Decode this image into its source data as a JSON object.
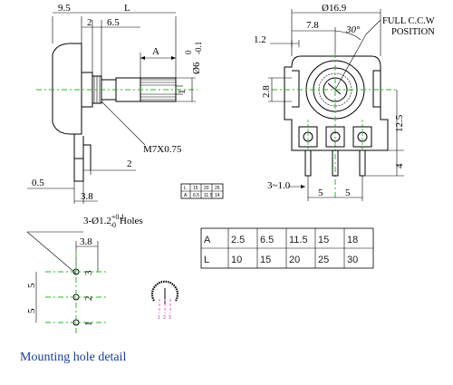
{
  "side_view": {
    "dim_width": "9.5",
    "dim_length": "L",
    "dim_2_top": "2",
    "dim_6_5": "6.5",
    "dim_A": "A",
    "dim_shaft_dia": "Ø6",
    "dim_shaft_tol_upper": "0",
    "dim_shaft_tol_lower": "-0.1",
    "dim_1": "1",
    "thread_label": "M7X0.75",
    "dim_2_bottom": "2",
    "dim_0_5": "0.5",
    "dim_3_8": "3.8"
  },
  "small_table": {
    "rows": [
      [
        "L",
        "15",
        "20",
        "25"
      ],
      [
        "A",
        "6.5",
        "11.5",
        "14"
      ]
    ]
  },
  "front_view": {
    "dim_dia": "Ø16.9",
    "dim_7_8": "7.8",
    "dim_angle": "30°",
    "note_line1": "FULL C.C.W",
    "note_line2": "POSITION",
    "dim_1_2": "1.2",
    "dim_2_8": "2.8",
    "dim_12_5": "12.5",
    "dim_4": "4",
    "dim_3_1_0": "3~1.0",
    "dim_5_left": "5",
    "dim_5_right": "5"
  },
  "mounting": {
    "holes_label": "3-Ø1.2",
    "holes_tol_upper": "+0.1",
    "holes_tol_lower": "-0",
    "holes_suffix": "Holes",
    "dim_3_8": "3.8",
    "dim_5_top": "5",
    "dim_5_bottom": "5",
    "pin_3": "3",
    "pin_2": "2",
    "pin_1": "1",
    "caption": "Mounting hole detail"
  },
  "schematic": {
    "pins": [
      "1",
      "2",
      "3"
    ]
  },
  "big_table": {
    "rows": [
      [
        "A",
        "2.5",
        "6.5",
        "11.5",
        "15",
        "18"
      ],
      [
        "L",
        "10",
        "15",
        "20",
        "25",
        "30"
      ]
    ]
  }
}
